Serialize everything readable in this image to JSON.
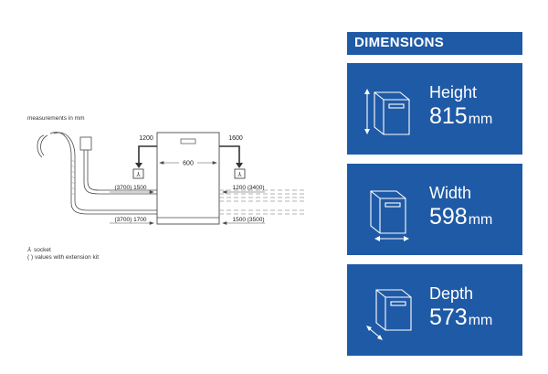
{
  "diagram": {
    "measurements_note": "measurements in mm",
    "legend": {
      "socket": "socket",
      "extension": "( ) values with extension kit"
    },
    "labels": {
      "width_600": "600",
      "left_top": "1200",
      "right_top": "1600",
      "left_mid": "(3700) 1500",
      "right_mid": "1200 (3400)",
      "left_bottom": "(3700) 1700",
      "right_bottom": "1500 (3500)"
    }
  },
  "dimensions": {
    "title": "DIMENSIONS",
    "cards": [
      {
        "label": "Height",
        "value": "815",
        "unit": "mm",
        "icon": "dishwasher-height-icon"
      },
      {
        "label": "Width",
        "value": "598",
        "unit": "mm",
        "icon": "dishwasher-width-icon"
      },
      {
        "label": "Depth",
        "value": "573",
        "unit": "mm",
        "icon": "dishwasher-depth-icon"
      }
    ]
  },
  "colors": {
    "panel_blue": "#1f5aa6",
    "line_dark": "#4a4a4a",
    "hatch_gray": "#9a9a9a"
  }
}
